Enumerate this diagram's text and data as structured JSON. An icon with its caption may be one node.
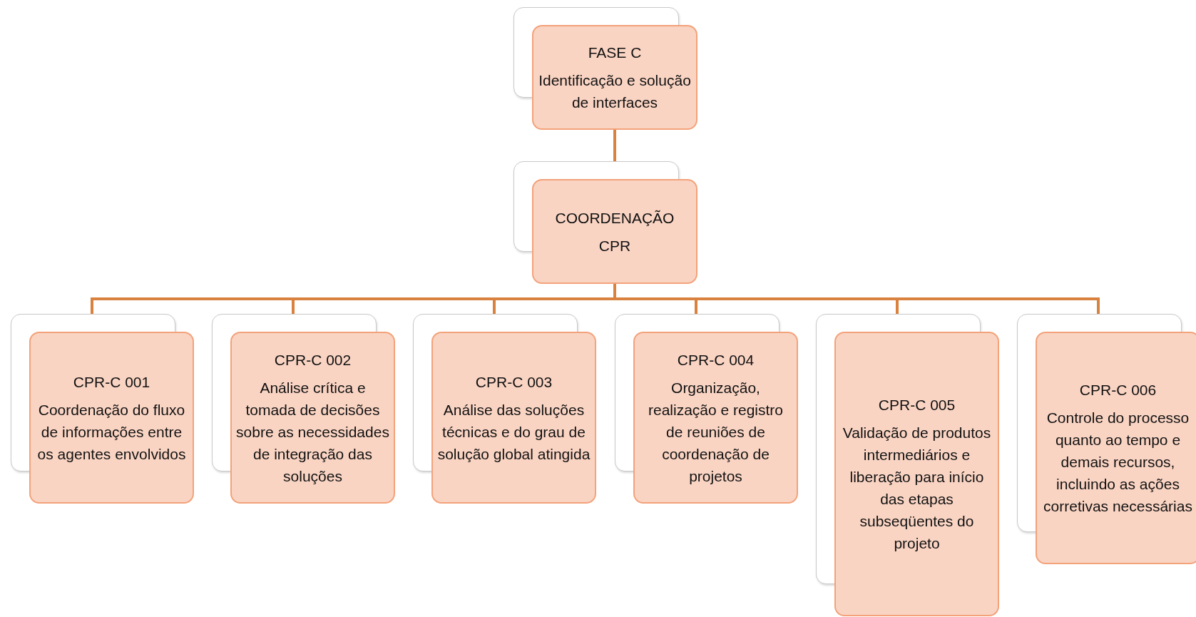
{
  "diagram": {
    "nodes": [
      {
        "text": [
          "FASE C",
          "Identificação e solução de interfaces"
        ]
      },
      {
        "text": [
          "COORDENAÇÃO",
          "CPR"
        ]
      },
      {
        "text": [
          "CPR-C 001",
          "Coordenação do fluxo de informações entre os agentes envolvidos"
        ]
      },
      {
        "text": [
          "CPR-C 002",
          "Análise crítica e tomada de decisões sobre as necessidades de integração das soluções"
        ]
      },
      {
        "text": [
          "CPR-C 003",
          "Análise das soluções técnicas e do grau de solução global atingida"
        ]
      },
      {
        "text": [
          "CPR-C 004",
          "Organização, realização e registro de reuniões de coordenação de projetos"
        ]
      },
      {
        "text": [
          "CPR-C 005",
          "Validação de produtos intermediários e liberação para início das etapas subseqüentes do projeto"
        ]
      },
      {
        "text": [
          "CPR-C 006",
          "Controle do processo quanto ao tempo e demais recursos, incluindo as ações corretivas necessárias"
        ]
      }
    ],
    "edges": [
      {
        "from": 0,
        "to": 1,
        "arrow": "none"
      },
      {
        "from": 1,
        "to": 2,
        "arrow": "none"
      },
      {
        "from": 1,
        "to": 3,
        "arrow": "none"
      },
      {
        "from": 1,
        "to": 4,
        "arrow": "none"
      },
      {
        "from": 1,
        "to": 5,
        "arrow": "none"
      },
      {
        "from": 1,
        "to": 6,
        "arrow": "none"
      },
      {
        "from": 1,
        "to": 7,
        "arrow": "none"
      }
    ]
  }
}
